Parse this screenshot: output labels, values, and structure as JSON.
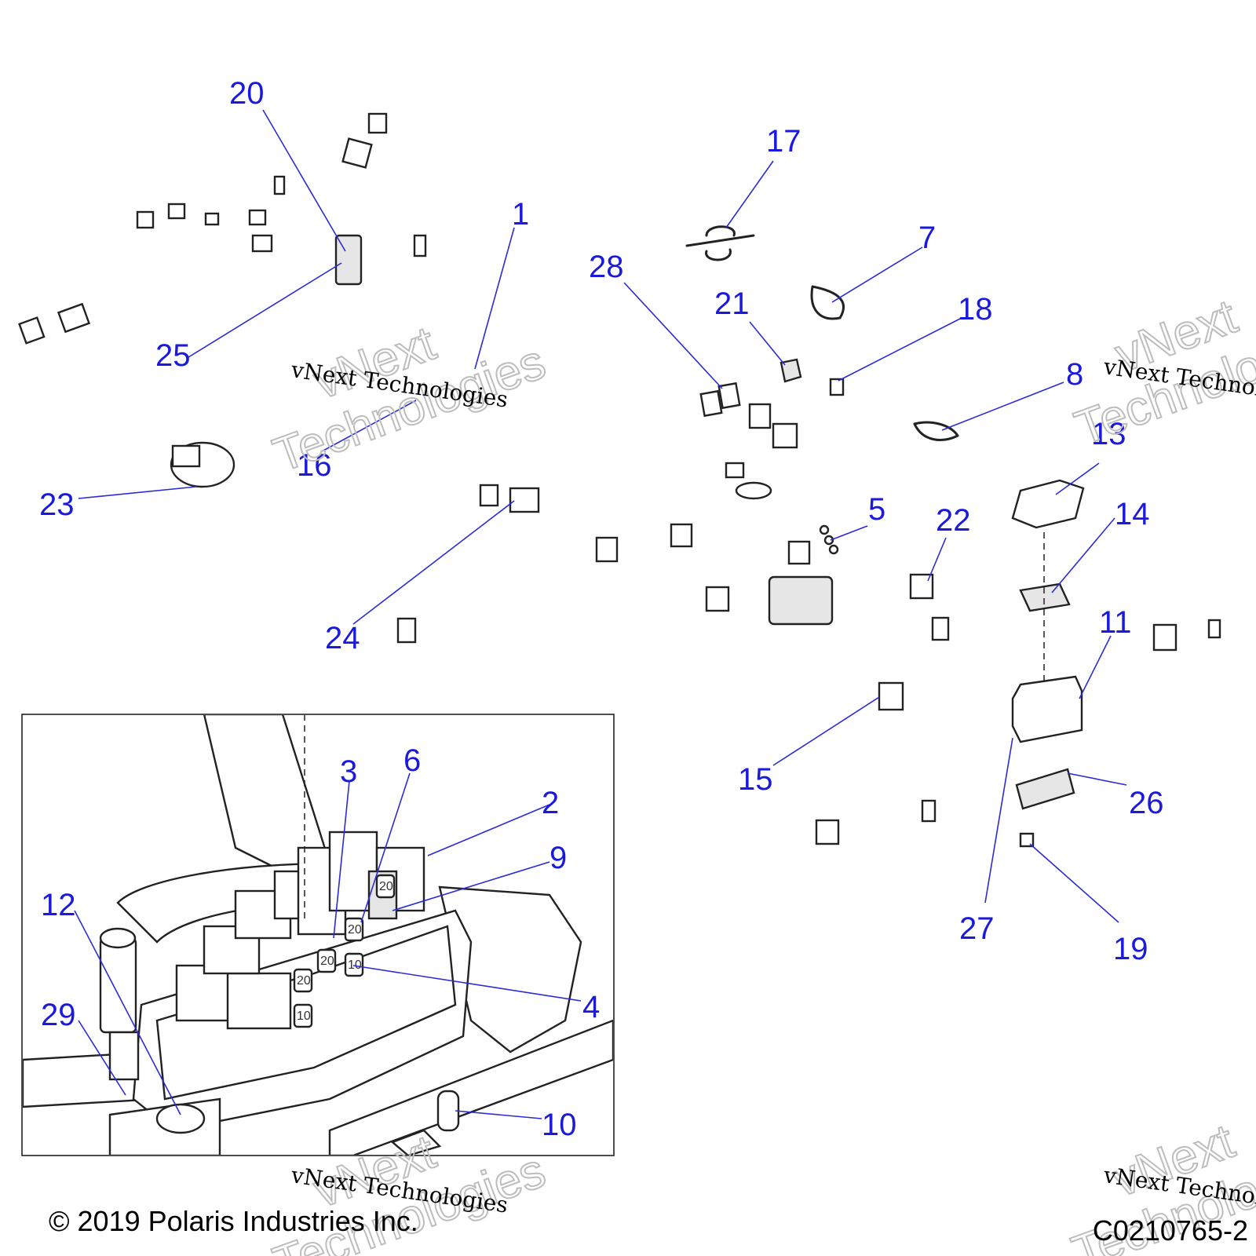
{
  "diagram": {
    "callouts": [
      {
        "id": "1",
        "label": "1"
      },
      {
        "id": "2",
        "label": "2"
      },
      {
        "id": "3",
        "label": "3"
      },
      {
        "id": "4",
        "label": "4"
      },
      {
        "id": "5",
        "label": "5"
      },
      {
        "id": "6",
        "label": "6"
      },
      {
        "id": "7",
        "label": "7"
      },
      {
        "id": "8",
        "label": "8"
      },
      {
        "id": "9",
        "label": "9"
      },
      {
        "id": "10",
        "label": "10"
      },
      {
        "id": "11",
        "label": "11"
      },
      {
        "id": "12",
        "label": "12"
      },
      {
        "id": "13",
        "label": "13"
      },
      {
        "id": "14",
        "label": "14"
      },
      {
        "id": "15",
        "label": "15"
      },
      {
        "id": "16",
        "label": "16"
      },
      {
        "id": "17",
        "label": "17"
      },
      {
        "id": "18",
        "label": "18"
      },
      {
        "id": "19",
        "label": "19"
      },
      {
        "id": "20",
        "label": "20"
      },
      {
        "id": "21",
        "label": "21"
      },
      {
        "id": "22",
        "label": "22"
      },
      {
        "id": "23",
        "label": "23"
      },
      {
        "id": "24",
        "label": "24"
      },
      {
        "id": "25",
        "label": "25"
      },
      {
        "id": "26",
        "label": "26"
      },
      {
        "id": "27",
        "label": "27"
      },
      {
        "id": "28",
        "label": "28"
      },
      {
        "id": "29",
        "label": "29"
      }
    ],
    "fuse_labels": [
      "20",
      "20",
      "20",
      "20",
      "10",
      "10"
    ],
    "copyright": "© 2019 Polaris Industries Inc.",
    "figure_code": "C0210765-2",
    "watermarks": {
      "small": "vNext Technologies",
      "big_line1": "vNext",
      "big_line2": "Technologies"
    },
    "colors": {
      "callout_text": "#1a1adf",
      "leader_line": "#2b2bd8",
      "linework": "#222222"
    }
  }
}
